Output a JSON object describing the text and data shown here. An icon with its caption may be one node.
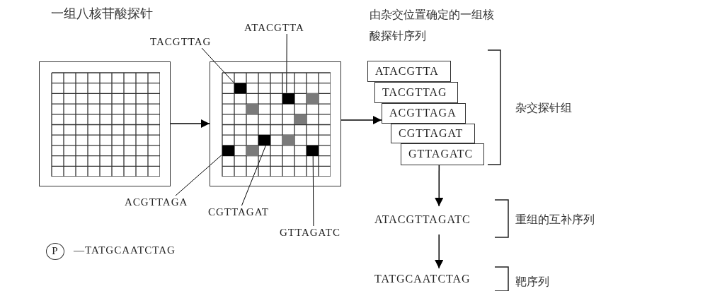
{
  "diagram": {
    "nodes": [
      {
        "text": [],
        "shape": "box"
      },
      {
        "text": [],
        "shape": "box"
      },
      {
        "text": [],
        "shape": "box",
        "in": 1
      },
      {
        "text": [],
        "shape": "box",
        "in": 1
      },
      {
        "text": [],
        "shape": "box",
        "in": 1
      },
      {
        "text": [],
        "shape": "box",
        "in": 1
      },
      {
        "text": [],
        "shape": "box",
        "in": 1
      },
      {
        "text": [
          "TACGTTAG"
        ]
      },
      {
        "text": [
          "ATACGTTA"
        ]
      },
      {
        "text": [
          "ACGTTAGA"
        ]
      },
      {
        "text": [
          "CGTTAGAT"
        ]
      },
      {
        "text": [
          "GTTAGATC"
        ]
      },
      {
        "text": [
          "ATACGTTA"
        ]
      },
      {
        "text": [
          "TACGTTAG"
        ]
      },
      {
        "text": [
          "ACGTTAGA"
        ]
      },
      {
        "text": [
          "CGTTAGAT"
        ]
      },
      {
        "text": [
          "GTTAGATC"
        ]
      },
      {
        "text": [
          "ATACGTTAGATC"
        ]
      },
      {
        "text": [
          "TATGCAATCTAG"
        ]
      },
      {
        "text": [
          "P"
        ],
        "beside": [
          "—TATGCAATCTAG"
        ]
      }
    ],
    "edges": [
      {
        "from": 0,
        "to": 1,
        "arrow": "to"
      },
      {
        "from": 1,
        "to": 14,
        "arrow": "to"
      },
      {
        "from": 7,
        "to": 2,
        "arrow": "none"
      },
      {
        "from": 8,
        "to": 3,
        "arrow": "none"
      },
      {
        "from": 9,
        "to": 4,
        "arrow": "none"
      },
      {
        "from": 10,
        "to": 5,
        "arrow": "none"
      },
      {
        "from": 11,
        "to": 6,
        "arrow": "none"
      },
      {
        "from": 16,
        "to": 17,
        "arrow": "to"
      },
      {
        "from": 17,
        "to": 18,
        "arrow": "to"
      }
    ],
    "labels": [
      "一组八核苷酸探针",
      "由杂交位置确定的一组核酸探针序列",
      "杂交探针组",
      "重组的互补序列",
      "靶序列"
    ]
  }
}
